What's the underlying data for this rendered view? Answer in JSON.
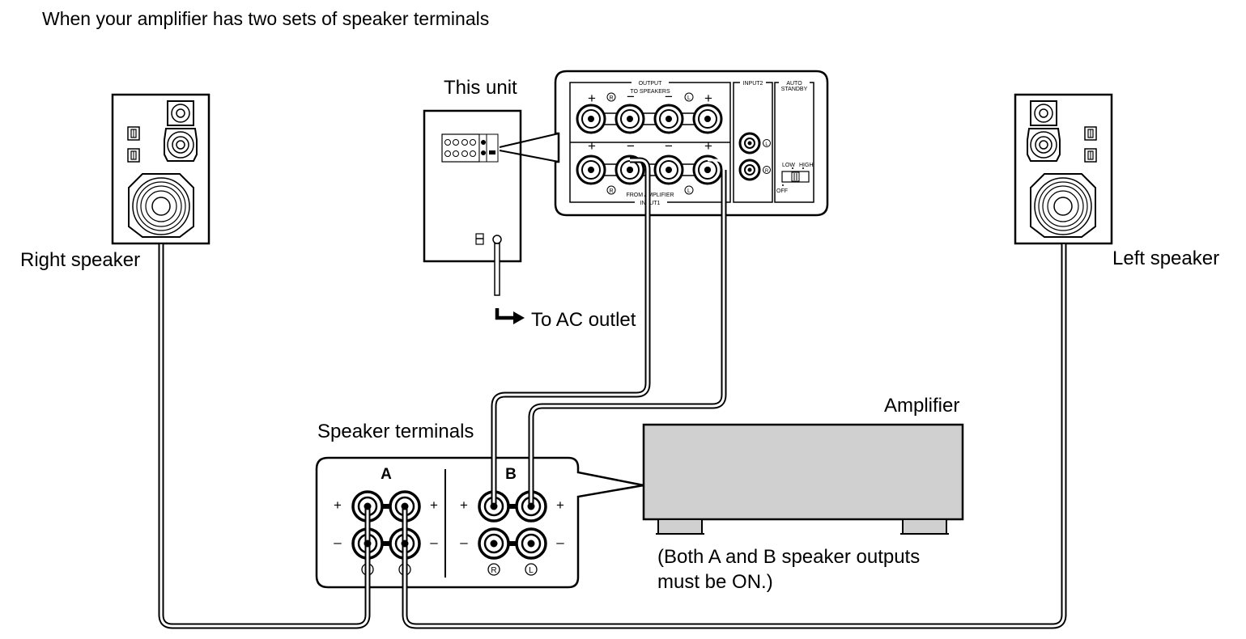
{
  "heading": "When your amplifier has two sets of speaker terminals",
  "labels": {
    "this_unit": "This unit",
    "right_speaker": "Right speaker",
    "left_speaker": "Left speaker",
    "ac_outlet": "To AC outlet",
    "amplifier": "Amplifier",
    "speaker_terminals": "Speaker terminals",
    "note_line1": "(Both A and B speaker outputs",
    "note_line2": "must be ON.)"
  },
  "unit_panel": {
    "output": "OUTPUT",
    "to_speakers": "TO SPEAKERS",
    "from_amplifier": "FROM AMPLIFIER",
    "input1": "INPUT1",
    "input2": "INPUT2",
    "auto": "AUTO",
    "standby": "STANDBY",
    "low": "LOW",
    "high": "HIGH",
    "off": "OFF",
    "plus": "+",
    "minus": "−",
    "r": "R",
    "l": "L"
  },
  "terminals": {
    "a": "A",
    "b": "B",
    "plus": "+",
    "minus": "–",
    "r": "R",
    "l": "L"
  },
  "colors": {
    "ink": "#000000",
    "amplifier_fill": "#d0d0d0",
    "background": "#ffffff"
  }
}
